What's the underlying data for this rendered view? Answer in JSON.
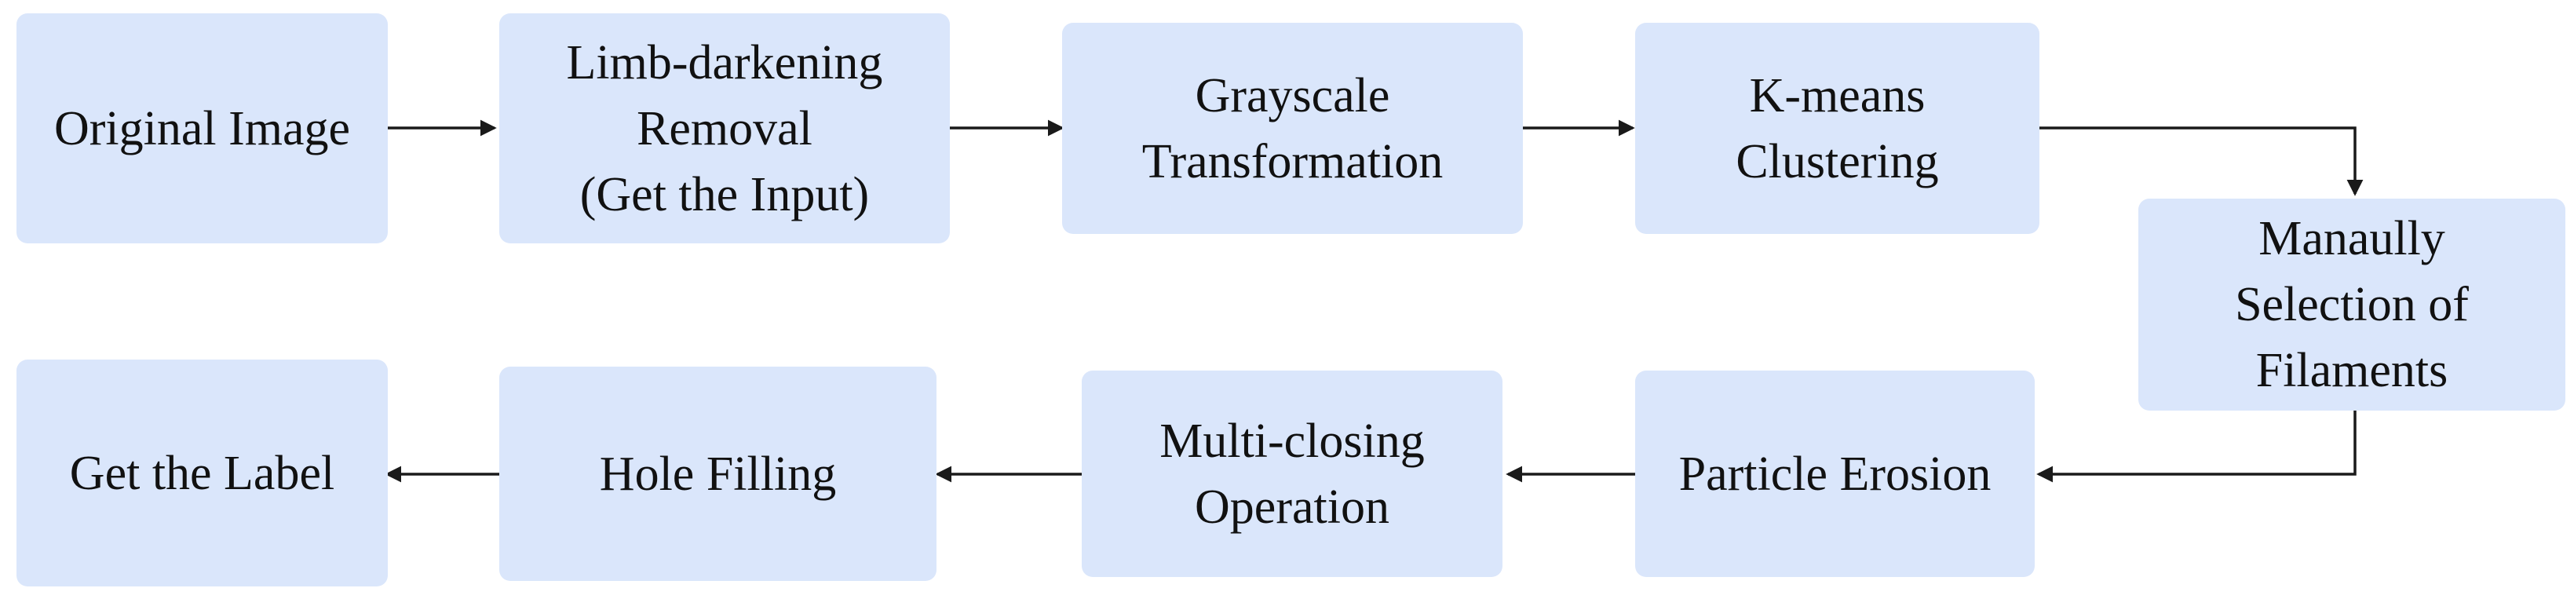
{
  "nodes": {
    "original_image": [
      "Original Image"
    ],
    "limb_darkening": [
      "Limb-darkening",
      "Removal",
      "(Get the Input)"
    ],
    "grayscale": [
      "Grayscale",
      "Transformation"
    ],
    "kmeans": [
      "K-means",
      "Clustering"
    ],
    "manual_selection": [
      "Manaully",
      "Selection of",
      "Filaments"
    ],
    "particle_erosion": [
      "Particle Erosion"
    ],
    "multi_closing": [
      "Multi-closing",
      "Operation"
    ],
    "hole_filling": [
      "Hole Filling"
    ],
    "get_label": [
      "Get the Label"
    ]
  },
  "edges": [
    {
      "from": "original_image",
      "to": "limb_darkening"
    },
    {
      "from": "limb_darkening",
      "to": "grayscale"
    },
    {
      "from": "grayscale",
      "to": "kmeans"
    },
    {
      "from": "kmeans",
      "to": "manual_selection"
    },
    {
      "from": "manual_selection",
      "to": "particle_erosion"
    },
    {
      "from": "particle_erosion",
      "to": "multi_closing"
    },
    {
      "from": "multi_closing",
      "to": "hole_filling"
    },
    {
      "from": "hole_filling",
      "to": "get_label"
    }
  ],
  "colors": {
    "node_fill": "#dae6fb",
    "text": "#111111",
    "arrow": "#1a1a1a"
  }
}
